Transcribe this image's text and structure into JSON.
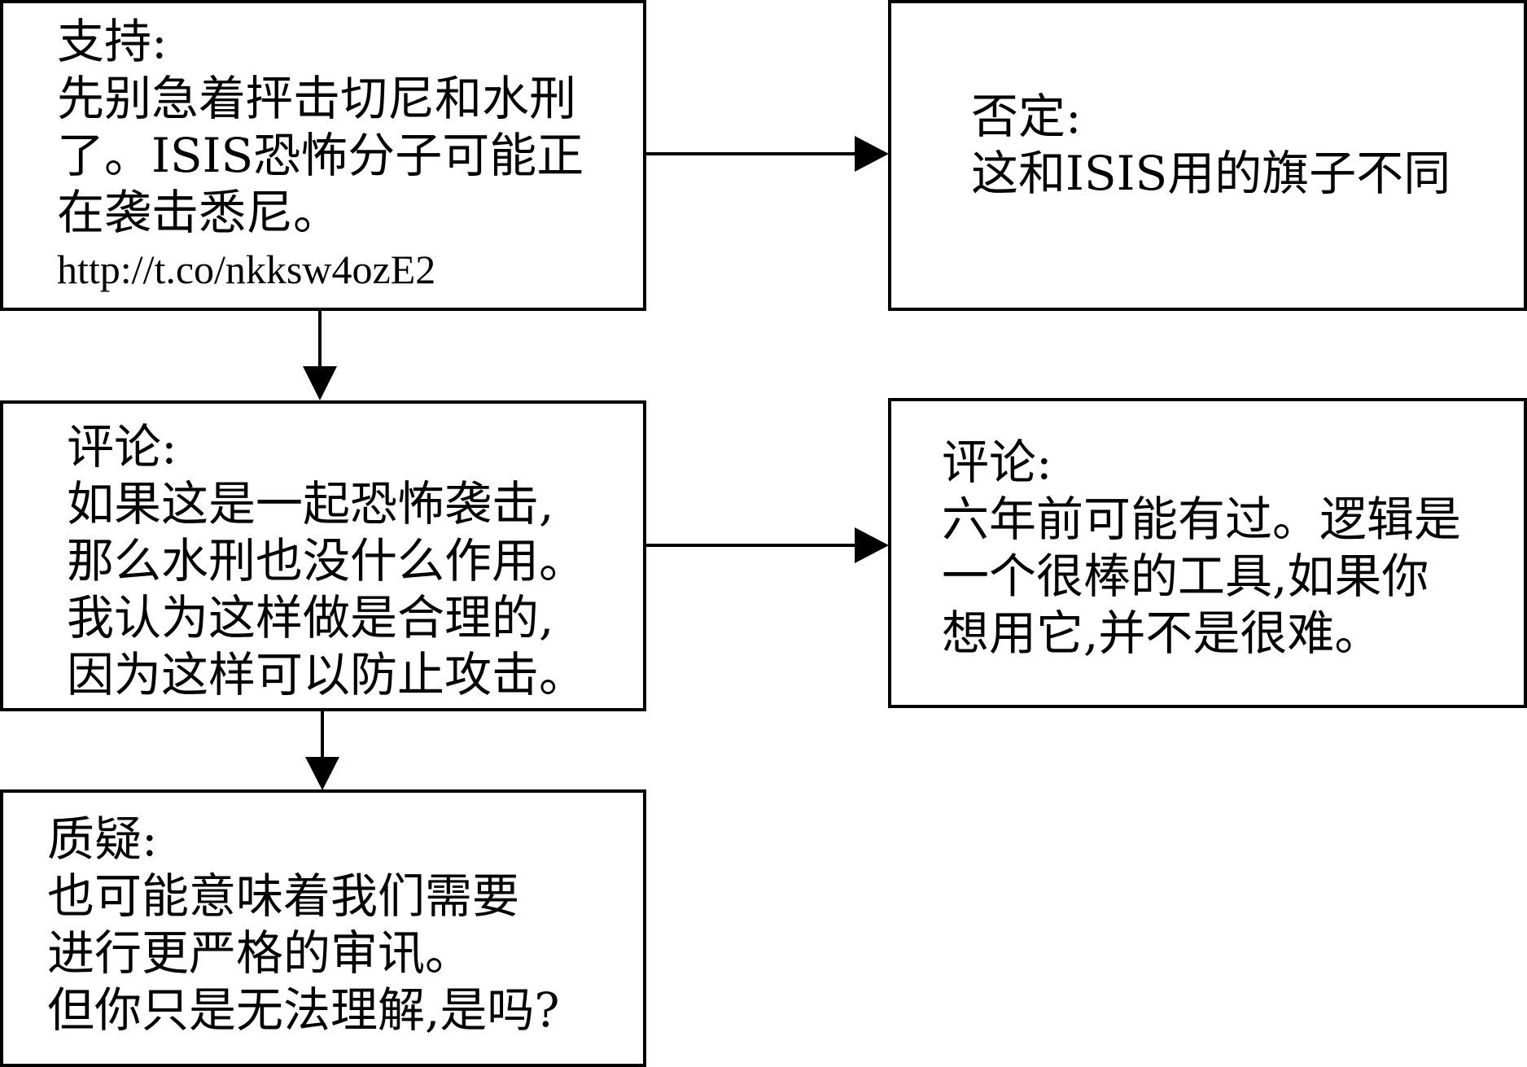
{
  "nodes": {
    "support": {
      "label": "支持:",
      "lines": [
        "先别急着抨击切尼和水刑",
        "了。ISIS恐怖分子可能正",
        "在袭击悉尼。"
      ],
      "url": "http://t.co/nkksw4ozE2"
    },
    "deny": {
      "label": "否定:",
      "lines": [
        "这和ISIS用的旗子不同"
      ]
    },
    "comment1": {
      "label": "评论:",
      "lines": [
        "如果这是一起恐怖袭击,",
        "那么水刑也没什么作用。",
        "我认为这样做是合理的,",
        "因为这样可以防止攻击。"
      ]
    },
    "comment2": {
      "label": "评论:",
      "lines": [
        "六年前可能有过。逻辑是",
        "一个很棒的工具,如果你",
        "想用它,并不是很难。"
      ]
    },
    "query": {
      "label": "质疑:",
      "lines": [
        "也可能意味着我们需要",
        "进行更严格的审讯。",
        "但你只是无法理解,是吗?"
      ]
    }
  },
  "edges": [
    {
      "from": "support",
      "to": "deny"
    },
    {
      "from": "support",
      "to": "comment1"
    },
    {
      "from": "comment1",
      "to": "comment2"
    },
    {
      "from": "comment1",
      "to": "query"
    }
  ]
}
